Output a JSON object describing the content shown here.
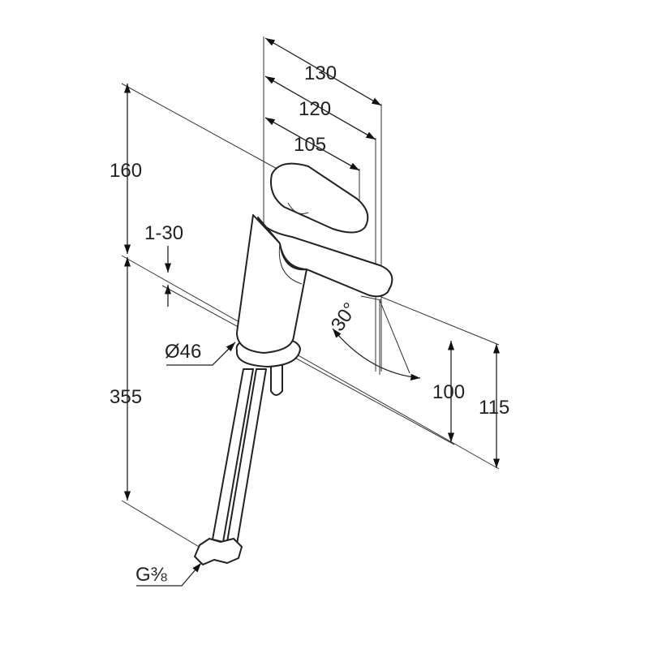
{
  "drawing": {
    "title": "Basin mixer dimension drawing",
    "dimensions": {
      "width_130": "130",
      "width_120": "120",
      "width_105": "105",
      "height_160": "160",
      "deck_thickness": "1-30",
      "hose_length": "355",
      "base_diameter": "Ø46",
      "swivel_angle": "30°",
      "spout_height_100": "100",
      "spout_height_115": "115",
      "connection_thread": "G⅜"
    },
    "colors": {
      "line": "#222222",
      "background": "#ffffff"
    }
  }
}
